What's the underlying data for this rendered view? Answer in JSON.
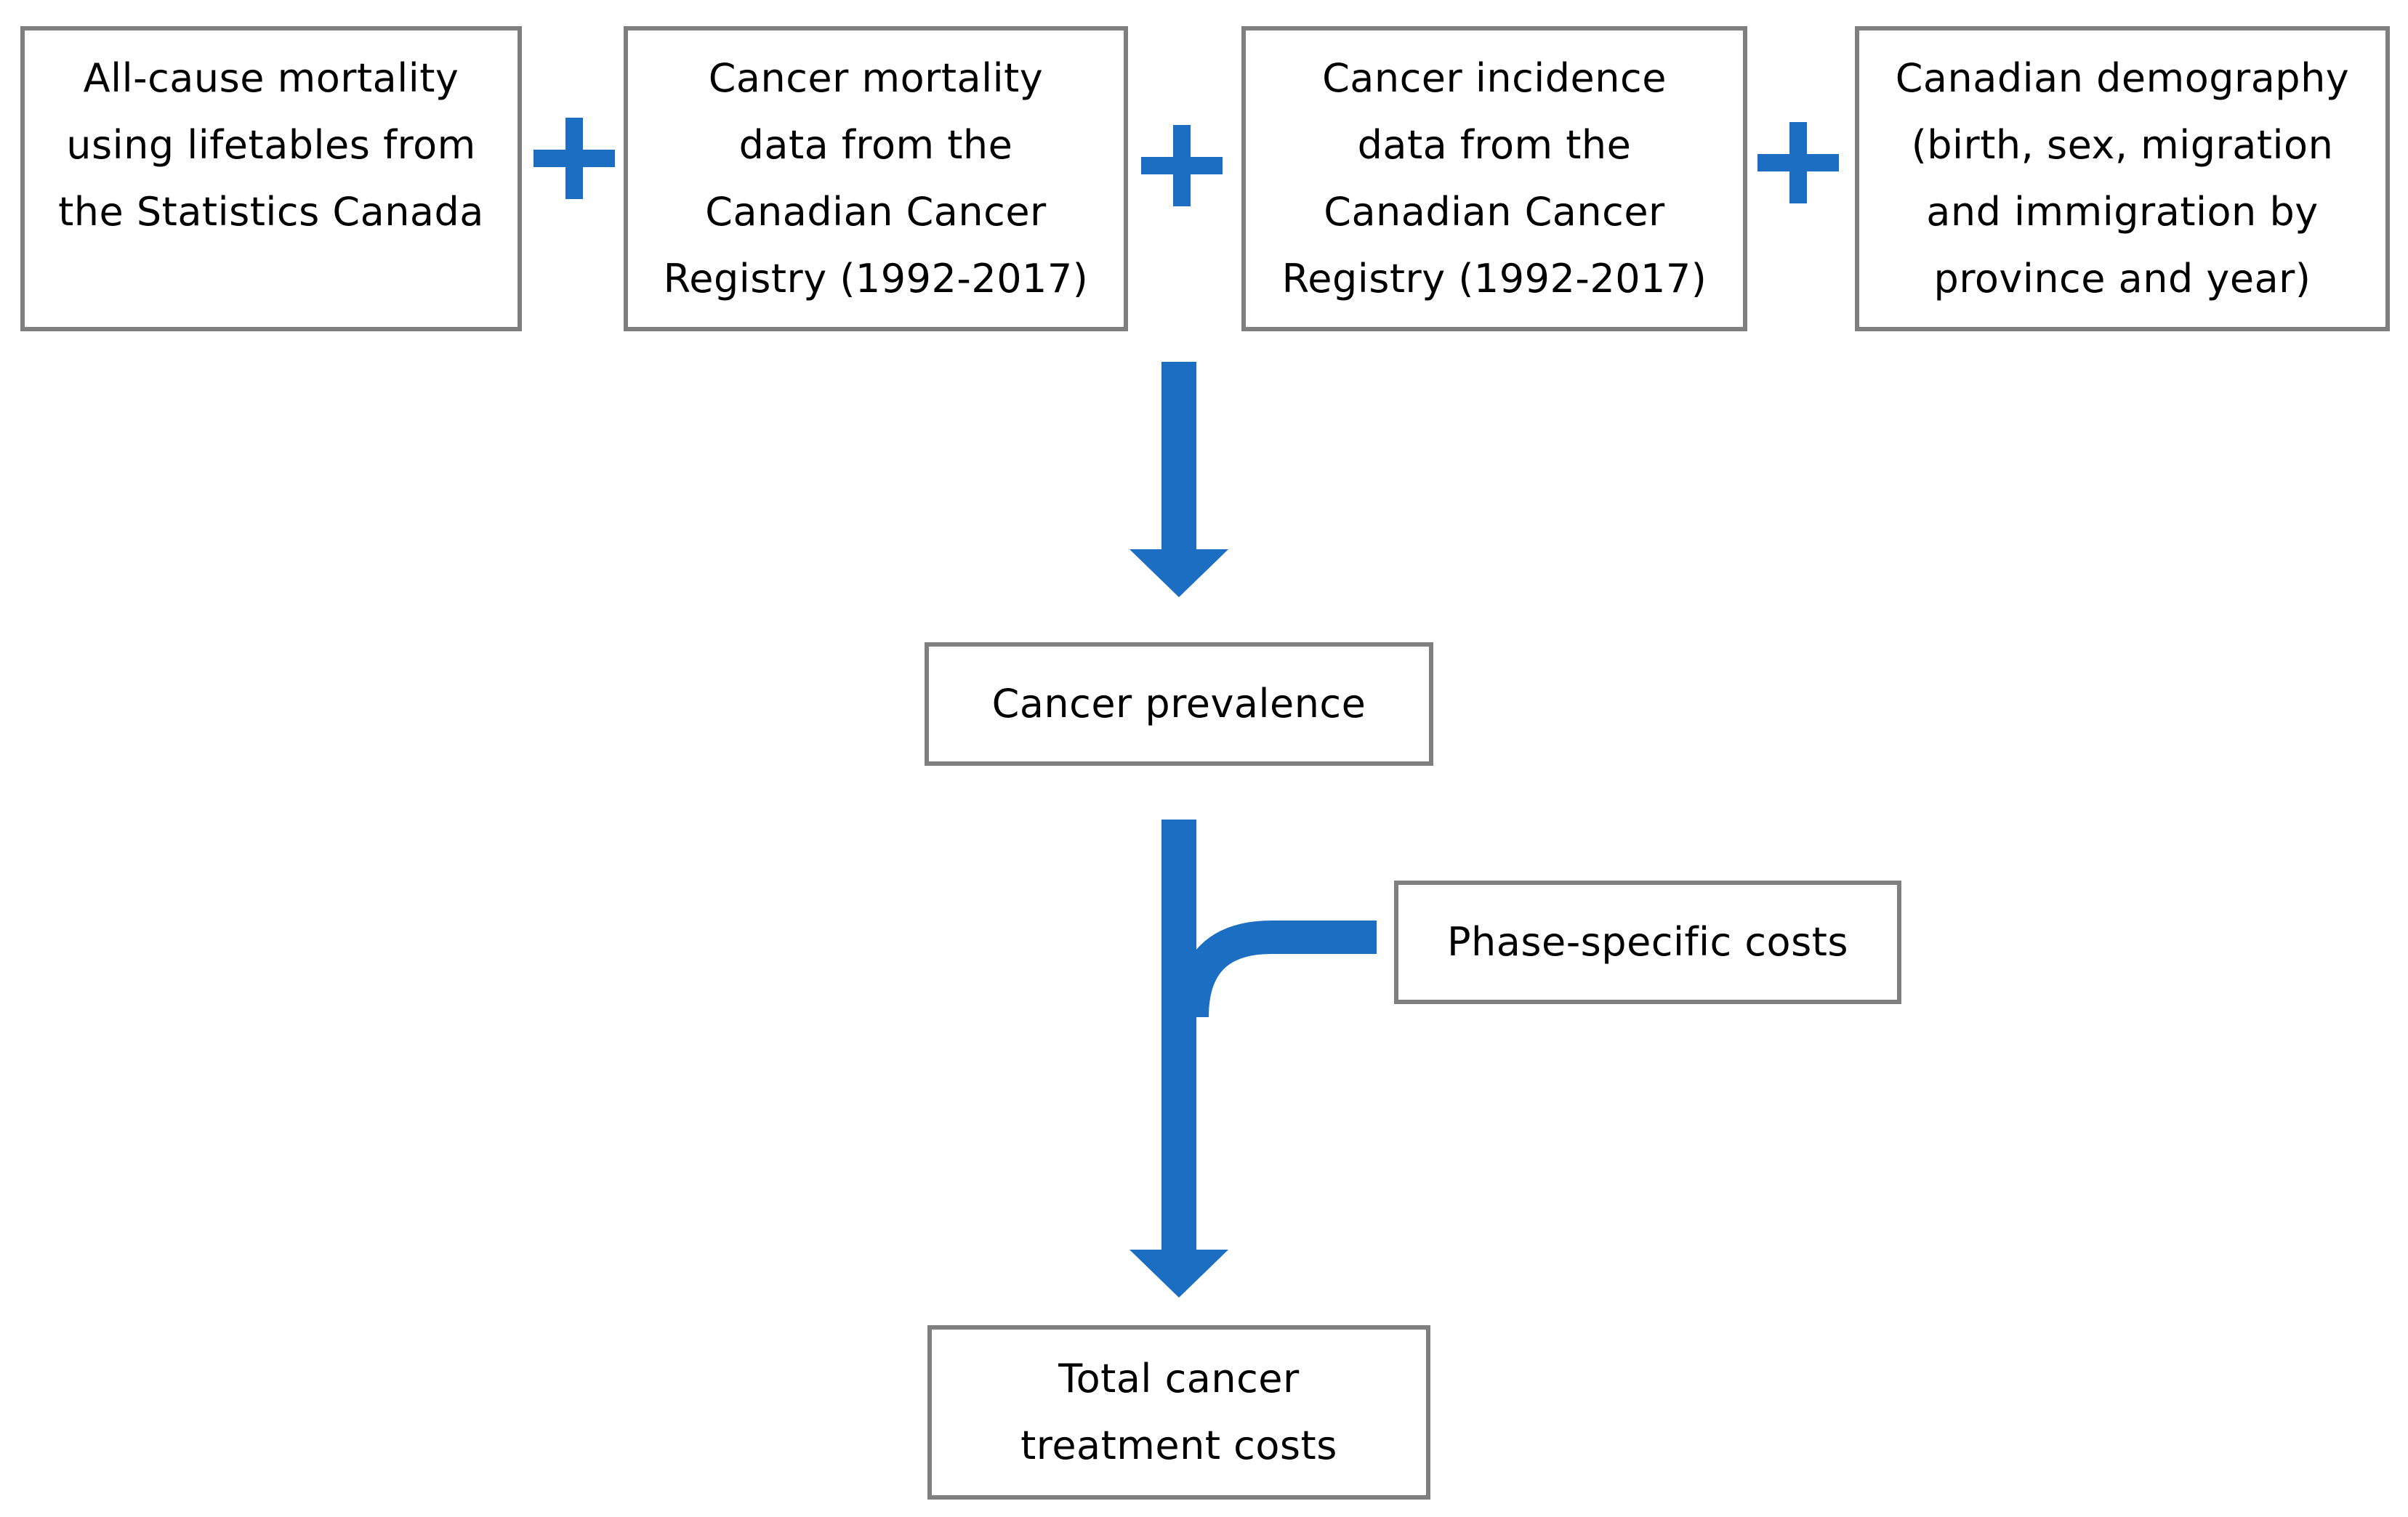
{
  "colors": {
    "accent": "#1b6ec2",
    "box_border": "#7f7f7f",
    "text": "#000000"
  },
  "icons": [
    "plus-icon",
    "down-arrow-icon",
    "merge-arrow-icon"
  ],
  "inputs": [
    {
      "lines": [
        "All-cause mortality",
        "using lifetables from",
        "the Statistics Canada"
      ]
    },
    {
      "lines": [
        "Cancer mortality",
        "data from the",
        "Canadian Cancer",
        "Registry (1992-2017)"
      ]
    },
    {
      "lines": [
        "Cancer incidence",
        "data from the",
        "Canadian Cancer",
        "Registry (1992-2017)"
      ]
    },
    {
      "lines": [
        "Canadian demography",
        "(birth, sex, migration",
        "and immigration by",
        "province and year)"
      ]
    }
  ],
  "prevalence": {
    "label": "Cancer prevalence"
  },
  "phase_costs": {
    "label": "Phase-specific costs"
  },
  "output": {
    "lines": [
      "Total cancer",
      "treatment costs"
    ]
  }
}
